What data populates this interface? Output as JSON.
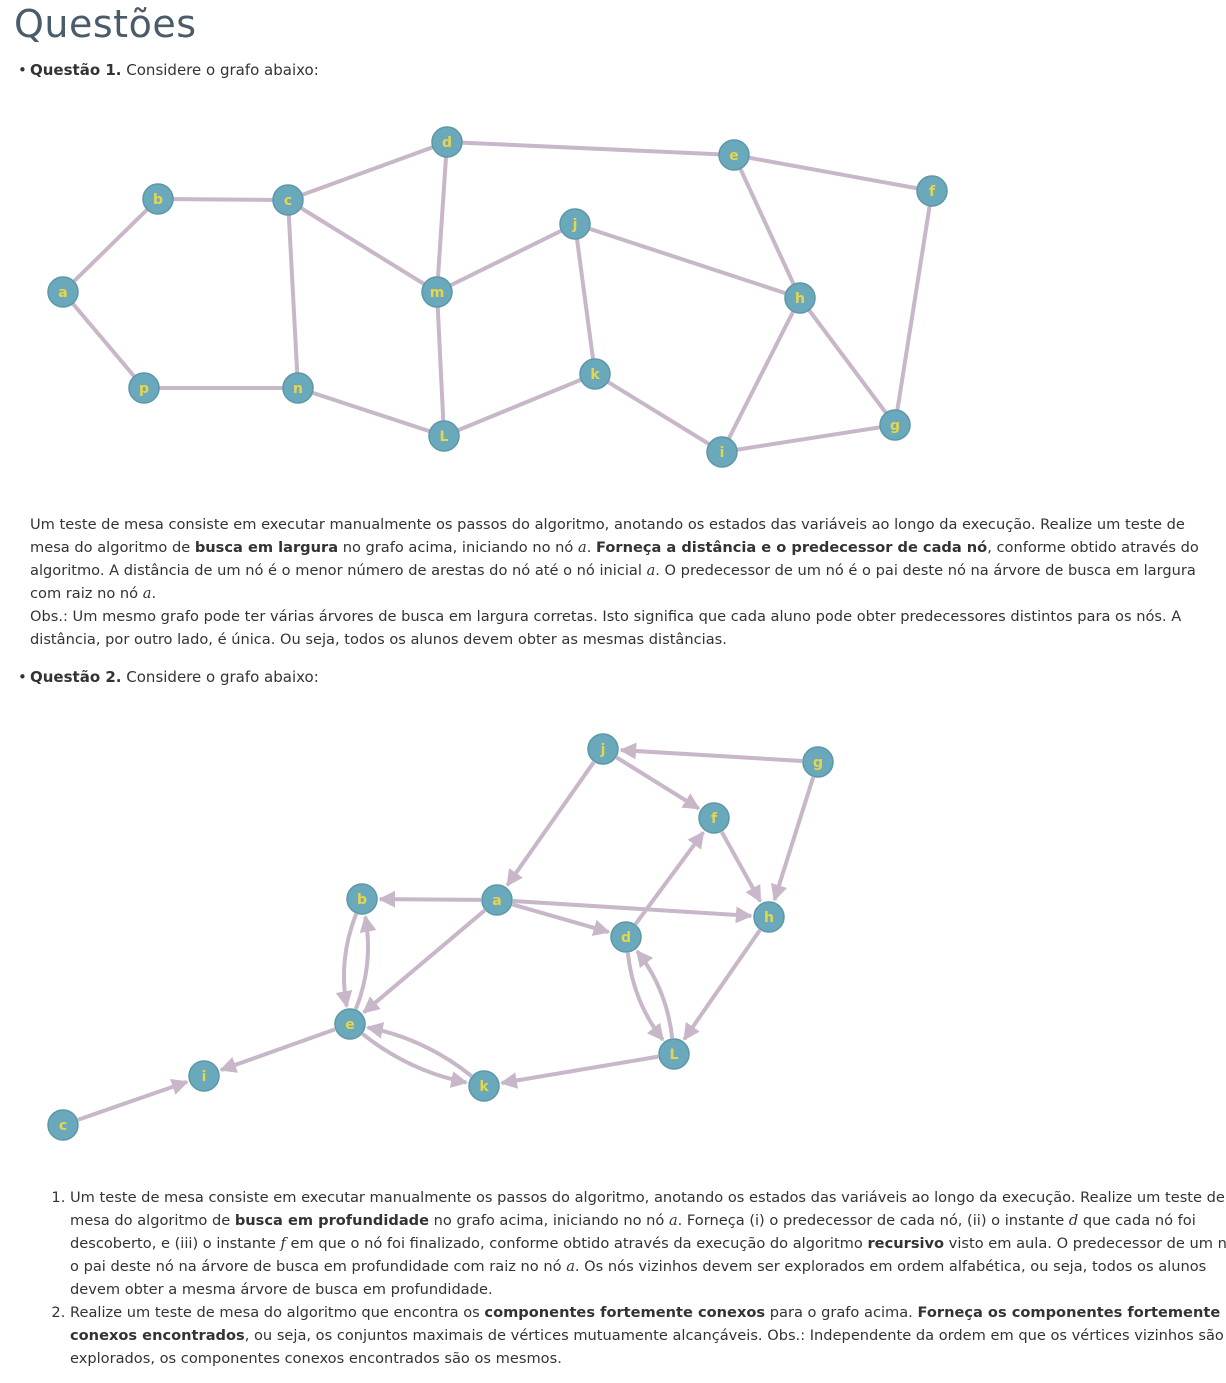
{
  "page": {
    "title": "Questões"
  },
  "q1": {
    "label": "Questão 1.",
    "intro": "Considere o grafo abaixo:",
    "graph": {
      "directed": false,
      "nodes": [
        "a",
        "b",
        "c",
        "d",
        "e",
        "f",
        "j",
        "m",
        "h",
        "p",
        "n",
        "k",
        "L",
        "g",
        "i"
      ],
      "edges": [
        [
          "a",
          "b"
        ],
        [
          "a",
          "p"
        ],
        [
          "b",
          "c"
        ],
        [
          "c",
          "d"
        ],
        [
          "c",
          "m"
        ],
        [
          "c",
          "n"
        ],
        [
          "d",
          "m"
        ],
        [
          "d",
          "e"
        ],
        [
          "e",
          "f"
        ],
        [
          "e",
          "h"
        ],
        [
          "f",
          "g"
        ],
        [
          "j",
          "m"
        ],
        [
          "j",
          "h"
        ],
        [
          "j",
          "k"
        ],
        [
          "m",
          "L"
        ],
        [
          "p",
          "n"
        ],
        [
          "n",
          "L"
        ],
        [
          "L",
          "k"
        ],
        [
          "k",
          "i"
        ],
        [
          "h",
          "i"
        ],
        [
          "h",
          "g"
        ],
        [
          "i",
          "g"
        ]
      ]
    },
    "p1": {
      "t1": "Um teste de mesa consiste em executar manualmente os passos do algoritmo, anotando os estados das variáveis ao longo da execução. Realize um teste de mesa do algoritmo de ",
      "b1": "busca em largura",
      "t2": " no grafo acima, iniciando no nó ",
      "v1": "a",
      "t3": ". ",
      "b2": "Forneça a distância e o predecessor de cada nó",
      "t4": ", conforme obtido através do algoritmo. A distância de um nó é o menor número de arestas do nó até o nó inicial ",
      "v2": "a",
      "t5": ". O predecessor de um nó é o pai deste nó na árvore de busca em largura com raiz no nó ",
      "v3": "a",
      "t6": "."
    },
    "obs": "Obs.: Um mesmo grafo pode ter várias árvores de busca em largura corretas. Isto significa que cada aluno pode obter predecessores distintos para os nós. A distância, por outro lado, é única. Ou seja, todos os alunos devem obter as mesmas distâncias."
  },
  "q2": {
    "label": "Questão 2.",
    "intro": "Considere o grafo abaixo:",
    "graph": {
      "directed": true,
      "nodes": [
        "j",
        "g",
        "f",
        "b",
        "a",
        "h",
        "d",
        "e",
        "L",
        "i",
        "k",
        "c"
      ],
      "edges": [
        [
          "g",
          "j"
        ],
        [
          "j",
          "f"
        ],
        [
          "j",
          "a"
        ],
        [
          "g",
          "h"
        ],
        [
          "f",
          "h"
        ],
        [
          "a",
          "b"
        ],
        [
          "a",
          "h"
        ],
        [
          "a",
          "d"
        ],
        [
          "a",
          "e"
        ],
        [
          "d",
          "f"
        ],
        [
          "b",
          "e"
        ],
        [
          "e",
          "b"
        ],
        [
          "d",
          "L"
        ],
        [
          "L",
          "d"
        ],
        [
          "h",
          "L"
        ],
        [
          "e",
          "i"
        ],
        [
          "e",
          "k"
        ],
        [
          "k",
          "e"
        ],
        [
          "L",
          "k"
        ],
        [
          "c",
          "i"
        ]
      ]
    },
    "item1": {
      "t1": "Um teste de mesa consiste em executar manualmente os passos do algoritmo, anotando os estados das variáveis ao longo da execução. Realize um teste de mesa do algoritmo de ",
      "b1": "busca em profundidade",
      "t2": " no grafo acima, iniciando no nó ",
      "v1": "a",
      "t3": ". Forneça (i) o predecessor de cada nó, (ii) o instante ",
      "v2": "d",
      "t4": " que cada nó foi descoberto, e (iii) o instante ",
      "v3": "f",
      "t5": " em que o nó foi finalizado, conforme obtido através da execução do algoritmo ",
      "b2": "recursivo",
      "t6": " visto em aula. O predecessor de um nó é o pai deste nó na árvore de busca em profundidade com raiz no nó ",
      "v4": "a",
      "t7": ". Os nós vizinhos devem ser explorados em ordem alfabética, ou seja, todos os alunos devem obter a mesma árvore de busca em profundidade."
    },
    "item2": {
      "t1": "Realize um teste de mesa do algoritmo que encontra os ",
      "b1": "componentes fortemente conexos",
      "t2": " para o grafo acima. ",
      "b2": "Forneça os componentes fortemente conexos encontrados",
      "t3": ", ou seja, os conjuntos maximais de vértices mutuamente alcançáveis. Obs.: Independente da ordem em que os vértices vizinhos são explorados, os componentes conexos encontrados são os mesmos."
    }
  },
  "colors": {
    "node_fill": "#6aa9bb",
    "node_label": "#e8d54a",
    "edge": "#c8b6c9",
    "title": "#4a5b6a"
  }
}
